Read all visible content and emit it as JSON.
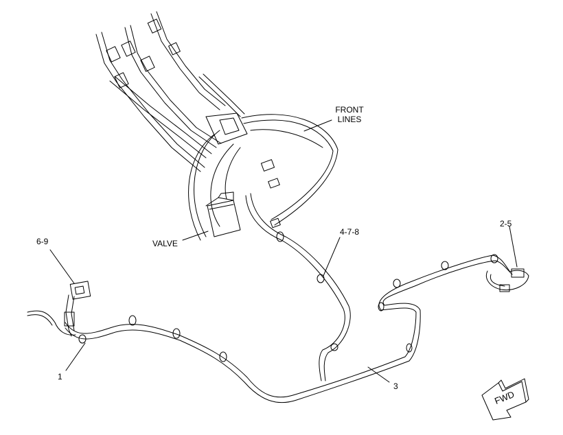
{
  "labels": {
    "front_lines_1": "FRONT",
    "front_lines_2": "LINES",
    "valve": "VALVE",
    "callout_6_9": "6-9",
    "callout_4_7_8": "4-7-8",
    "callout_2_5": "2-5",
    "callout_1": "1",
    "callout_3": "3",
    "fwd": "FWD"
  },
  "colors": {
    "line": "#000000",
    "background": "#ffffff"
  }
}
